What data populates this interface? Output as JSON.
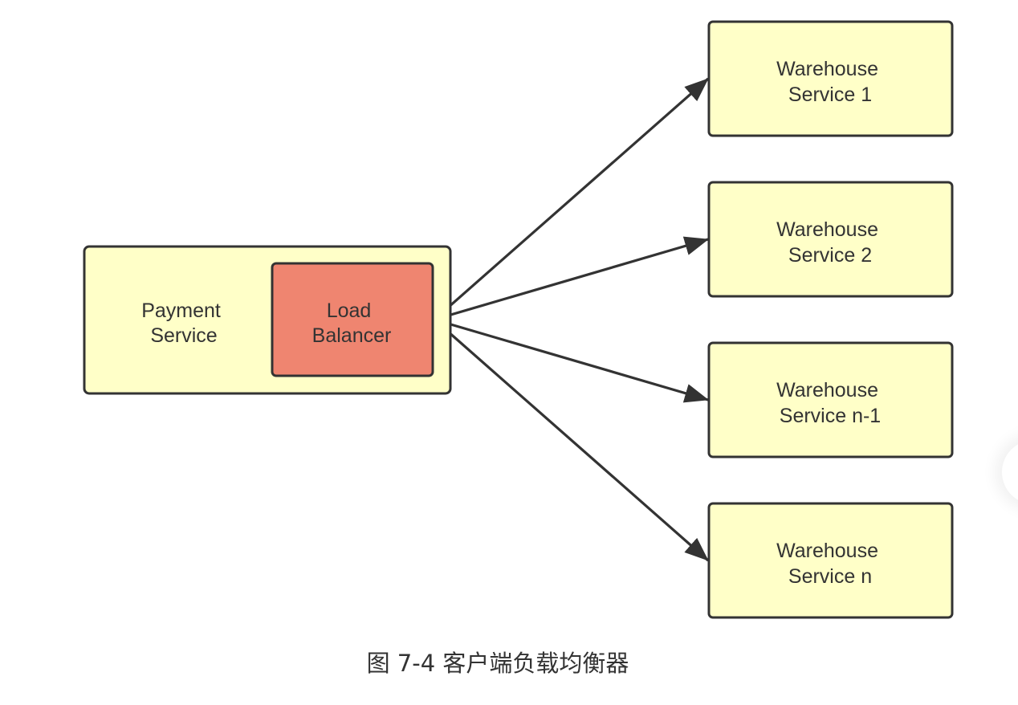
{
  "diagram": {
    "payment_service": {
      "line1": "Payment",
      "line2": "Service"
    },
    "load_balancer": {
      "line1": "Load",
      "line2": "Balancer"
    },
    "warehouse_services": [
      {
        "line1": "Warehouse",
        "line2": "Service 1"
      },
      {
        "line1": "Warehouse",
        "line2": "Service 2"
      },
      {
        "line1": "Warehouse",
        "line2": "Service n-1"
      },
      {
        "line1": "Warehouse",
        "line2": "Service n"
      }
    ],
    "colors": {
      "service_fill": "#ffffc8",
      "load_balancer_fill": "#ef8570",
      "stroke": "#333333"
    }
  },
  "caption": "图 7-4 客户端负载均衡器"
}
